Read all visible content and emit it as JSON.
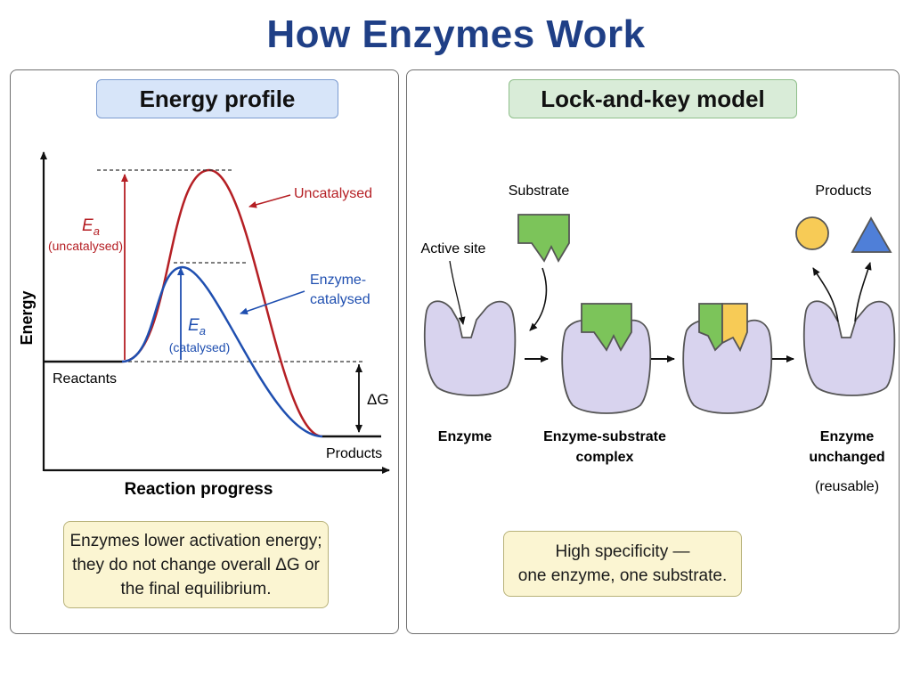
{
  "title": "How Enzymes Work",
  "energy_panel": {
    "header": "Energy profile",
    "y_axis_label": "Energy",
    "x_axis_label": "Reaction progress",
    "reactants_label": "Reactants",
    "products_label": "Products",
    "uncatalysed_label": "Uncatalysed",
    "catalysed_label_line1": "Enzyme-",
    "catalysed_label_line2": "catalysed",
    "ea_symbol": "E",
    "ea_subscript": "a",
    "ea_uncatalysed_note": "(uncatalysed)",
    "ea_catalysed_note": "(catalysed)",
    "delta_g_label": "ΔG",
    "note_line1": "Enzymes lower activation energy;",
    "note_line2": "they do not change overall ΔG or",
    "note_line3": "the final equilibrium.",
    "colors": {
      "uncatalysed": "#b51f24",
      "catalysed": "#1f4fb0"
    }
  },
  "lock_key_panel": {
    "header": "Lock-and-key model",
    "substrate_label": "Substrate",
    "active_site_label": "Active site",
    "products_label": "Products",
    "enzyme_label": "Enzyme",
    "complex_label_line1": "Enzyme-substrate",
    "complex_label_line2": "complex",
    "unchanged_label_line1": "Enzyme",
    "unchanged_label_line2": "unchanged",
    "reusable_label": "(reusable)",
    "note_line1": "High specificity —",
    "note_line2": "one enzyme, one substrate.",
    "colors": {
      "enzyme": "#d8d3ee",
      "substrate": "#7cc45a",
      "product_circle": "#f7cb56",
      "product_triangle": "#4f7fd8"
    }
  }
}
